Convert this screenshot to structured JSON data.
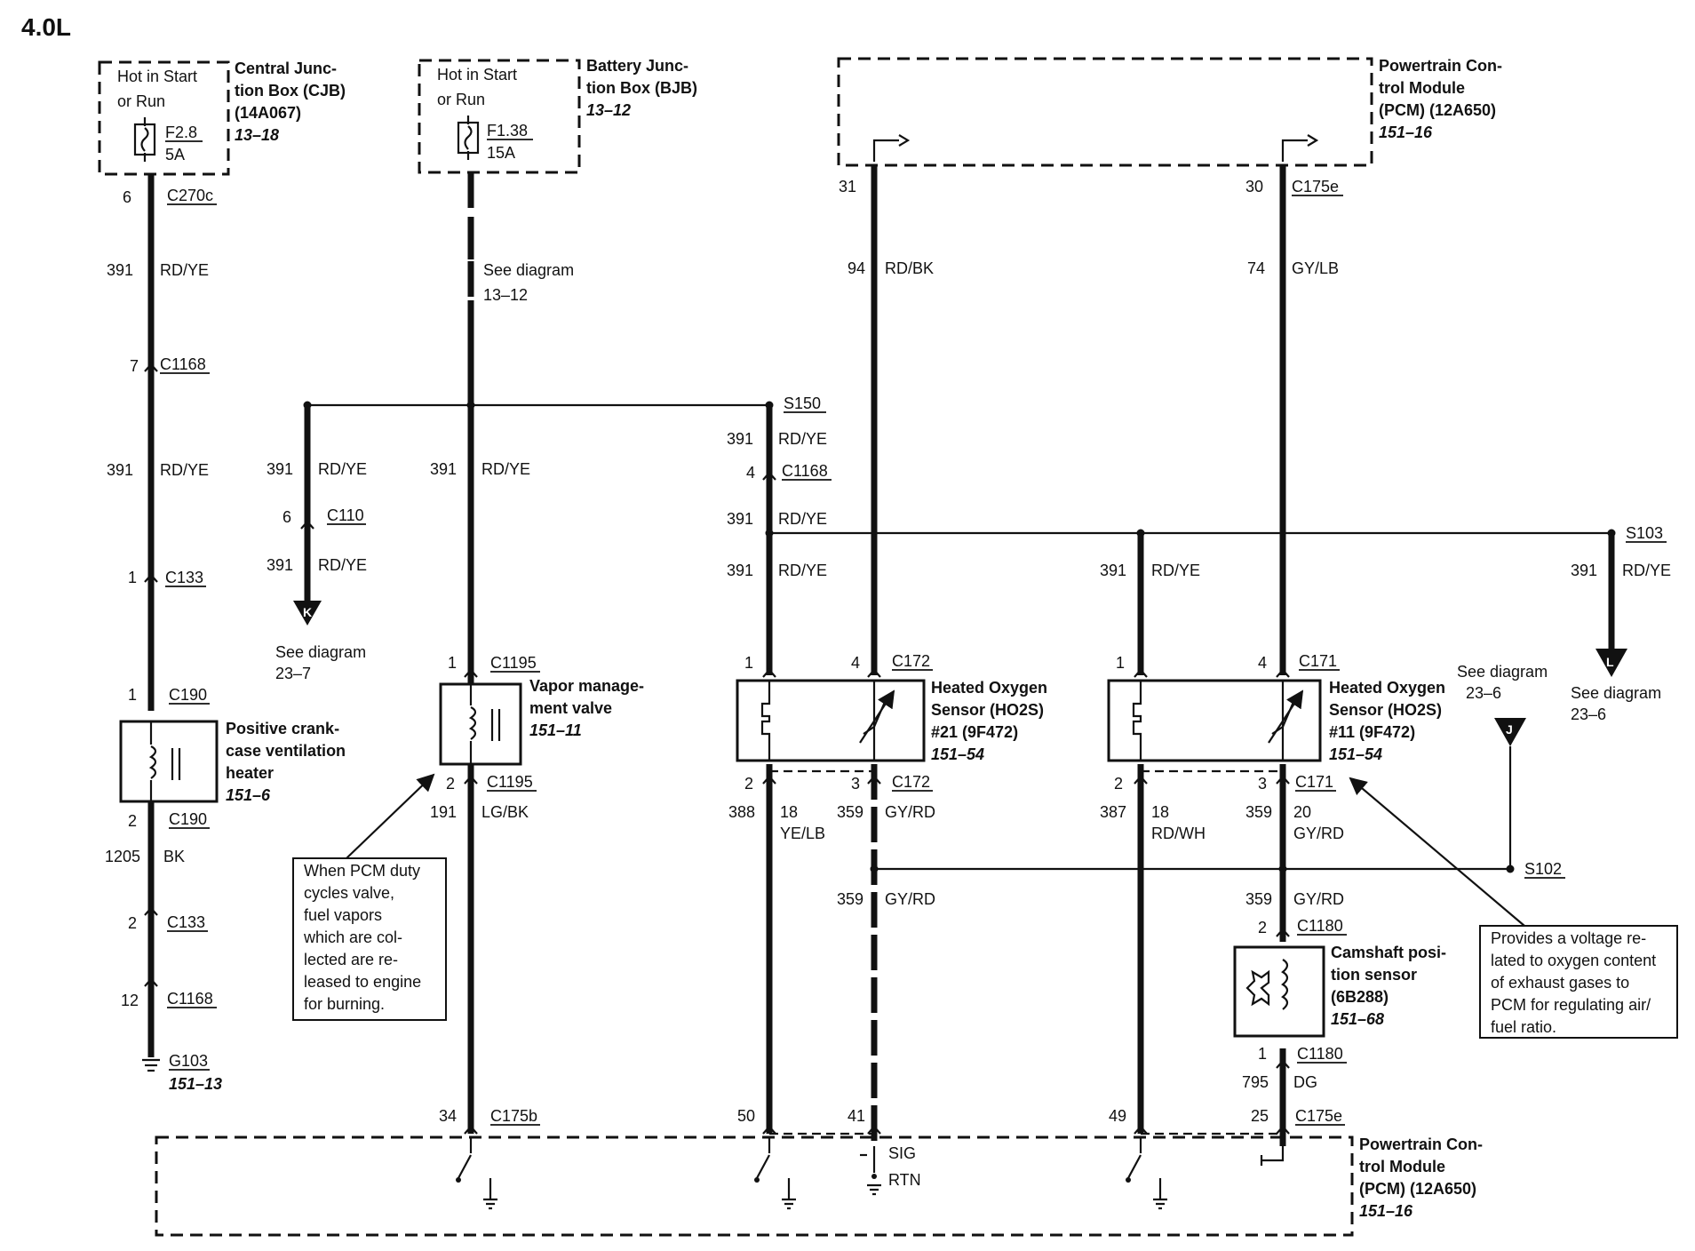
{
  "title": "4.0L",
  "components": {
    "cjb": {
      "hot_line1": "Hot in Start",
      "hot_line2": "or Run",
      "fuse": "F2.8",
      "amps": "5A",
      "name_lines": [
        "Central Junc-",
        "tion Box (CJB)",
        "(14A067)"
      ],
      "ref": "13–18"
    },
    "bjb": {
      "hot_line1": "Hot in Start",
      "hot_line2": "or Run",
      "fuse": "F1.38",
      "amps": "15A",
      "name_lines": [
        "Battery Junc-",
        "tion Box (BJB)"
      ],
      "ref": "13–12"
    },
    "pcm_top": {
      "name_lines": [
        "Powertrain Con-",
        "trol Module",
        "(PCM) (12A650)"
      ],
      "ref": "151–16"
    },
    "pcm_bottom": {
      "name_lines": [
        "Powertrain Con-",
        "trol Module",
        "(PCM) (12A650)"
      ],
      "ref": "151–16",
      "sig": "SIG",
      "rtn": "RTN"
    },
    "pcv_heater": {
      "name_lines": [
        "Positive crank-",
        "case ventilation",
        "heater"
      ],
      "ref": "151–6"
    },
    "vmv": {
      "name_lines": [
        "Vapor manage-",
        "ment valve"
      ],
      "ref": "151–11"
    },
    "ho2s_21": {
      "name_lines": [
        "Heated Oxygen",
        "Sensor (HO2S)",
        "#21 (9F472)"
      ],
      "ref": "151–54"
    },
    "ho2s_11": {
      "name_lines": [
        "Heated Oxygen",
        "Sensor (HO2S)",
        "#11 (9F472)"
      ],
      "ref": "151–54"
    },
    "cmp": {
      "name_lines": [
        "Camshaft posi-",
        "tion sensor",
        "(6B288)"
      ],
      "ref": "151–68"
    },
    "ground": {
      "name": "G103",
      "ref": "151–13"
    }
  },
  "notes": {
    "vmv_note": [
      "When PCM duty",
      "cycles valve,",
      "fuel vapors",
      "which are col-",
      "lected are re-",
      "leased to engine",
      "for burning."
    ],
    "ho2s_note": [
      "Provides a voltage re-",
      "lated to oxygen content",
      "of exhaust gases to",
      "PCM for regulating air/",
      "fuel ratio."
    ],
    "see_13_12": [
      "See diagram",
      "13–12"
    ],
    "see_23_7": [
      "See diagram",
      "23–7"
    ],
    "see_23_6_a": [
      "See diagram",
      "23–6"
    ],
    "see_23_6_b": [
      "See diagram",
      "23–6"
    ]
  },
  "markers": {
    "k": "K",
    "l": "L",
    "j": "J"
  },
  "splices": {
    "s150": "S150",
    "s103": "S103",
    "s102": "S102"
  },
  "connectors": {
    "c270c": "C270c",
    "c1168": "C1168",
    "c133": "C133",
    "c190": "C190",
    "c110": "C110",
    "c1195": "C1195",
    "c172": "C172",
    "c171": "C171",
    "c175e": "C175e",
    "c175b": "C175b",
    "c1180": "C1180"
  },
  "pins": {
    "p6": "6",
    "p7": "7",
    "p1": "1",
    "p2": "2",
    "p12": "12",
    "p31": "31",
    "p30": "30",
    "p4": "4",
    "p3": "3",
    "p34": "34",
    "p50": "50",
    "p41": "41",
    "p49": "49",
    "p25": "25"
  },
  "circuits": {
    "c391": "391",
    "rdye": "RD/YE",
    "c1205": "1205",
    "bk": "BK",
    "c94": "94",
    "rdbk": "RD/BK",
    "c74": "74",
    "gylb": "GY/LB",
    "c191": "191",
    "lgbk": "LG/BK",
    "c388": "388",
    "g18": "18",
    "yelb": "YE/LB",
    "c359": "359",
    "gyrd": "GY/RD",
    "c387": "387",
    "rdwh": "RD/WH",
    "g20": "20",
    "c795": "795",
    "dg": "DG"
  }
}
